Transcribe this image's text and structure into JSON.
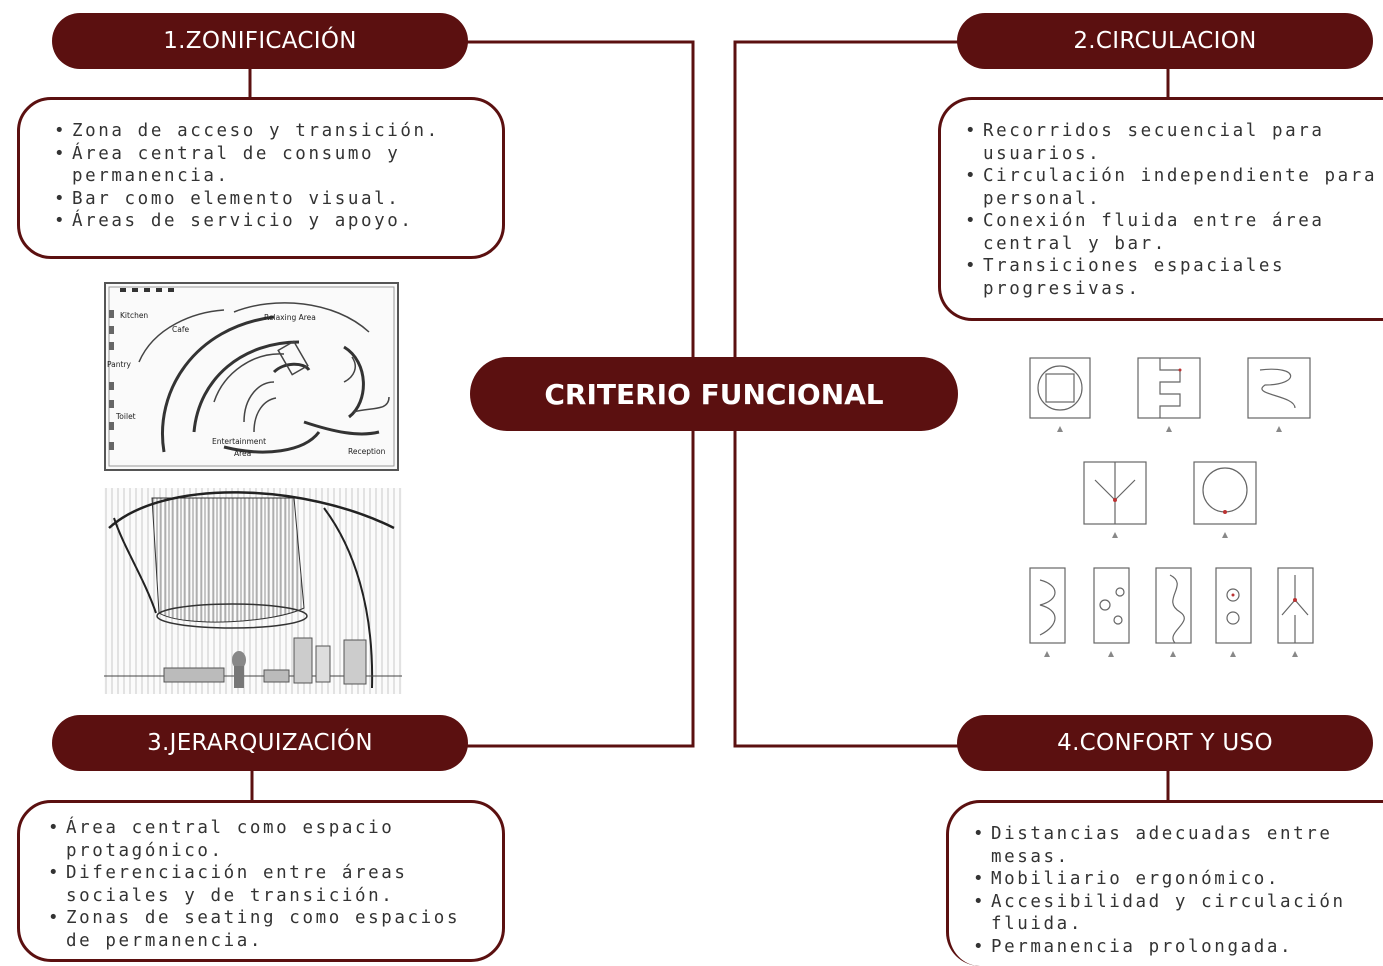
{
  "center": {
    "title": "CRITERIO FUNCIONAL"
  },
  "sections": [
    {
      "title": "1.ZONIFICACIÓN",
      "items": [
        "Zona de acceso y transición.",
        "Área central de consumo y permanencia.",
        "Bar como elemento visual.",
        "Áreas de servicio y apoyo."
      ]
    },
    {
      "title": "2.CIRCULACION",
      "items": [
        "Recorridos secuencial para usuarios.",
        "Circulación independiente para personal.",
        "Conexión fluida entre área central y bar.",
        "Transiciones espaciales progresivas."
      ]
    },
    {
      "title": "3.JERARQUIZACIÓN",
      "items": [
        "Área central como espacio protagónico.",
        "Diferenciación entre áreas sociales y de transición.",
        "Zonas de seating como espacios de permanencia."
      ]
    },
    {
      "title": "4.CONFORT Y USO",
      "items": [
        "Distancias adecuadas entre mesas.",
        "Mobiliario ergonómico.",
        "Accesibilidad y circulación fluida.",
        "Permanencia prolongada."
      ]
    }
  ],
  "plan_labels": {
    "kitchen": "Kitchen",
    "cafe": "Cafe",
    "relaxing": "Relaxing Area",
    "pantry": "Pantry",
    "toilet": "Toilet",
    "entertainment_1": "Entertainment",
    "entertainment_2": "Area",
    "reception": "Reception"
  },
  "colors": {
    "primary": "#5b1010",
    "background": "#ffffff"
  }
}
